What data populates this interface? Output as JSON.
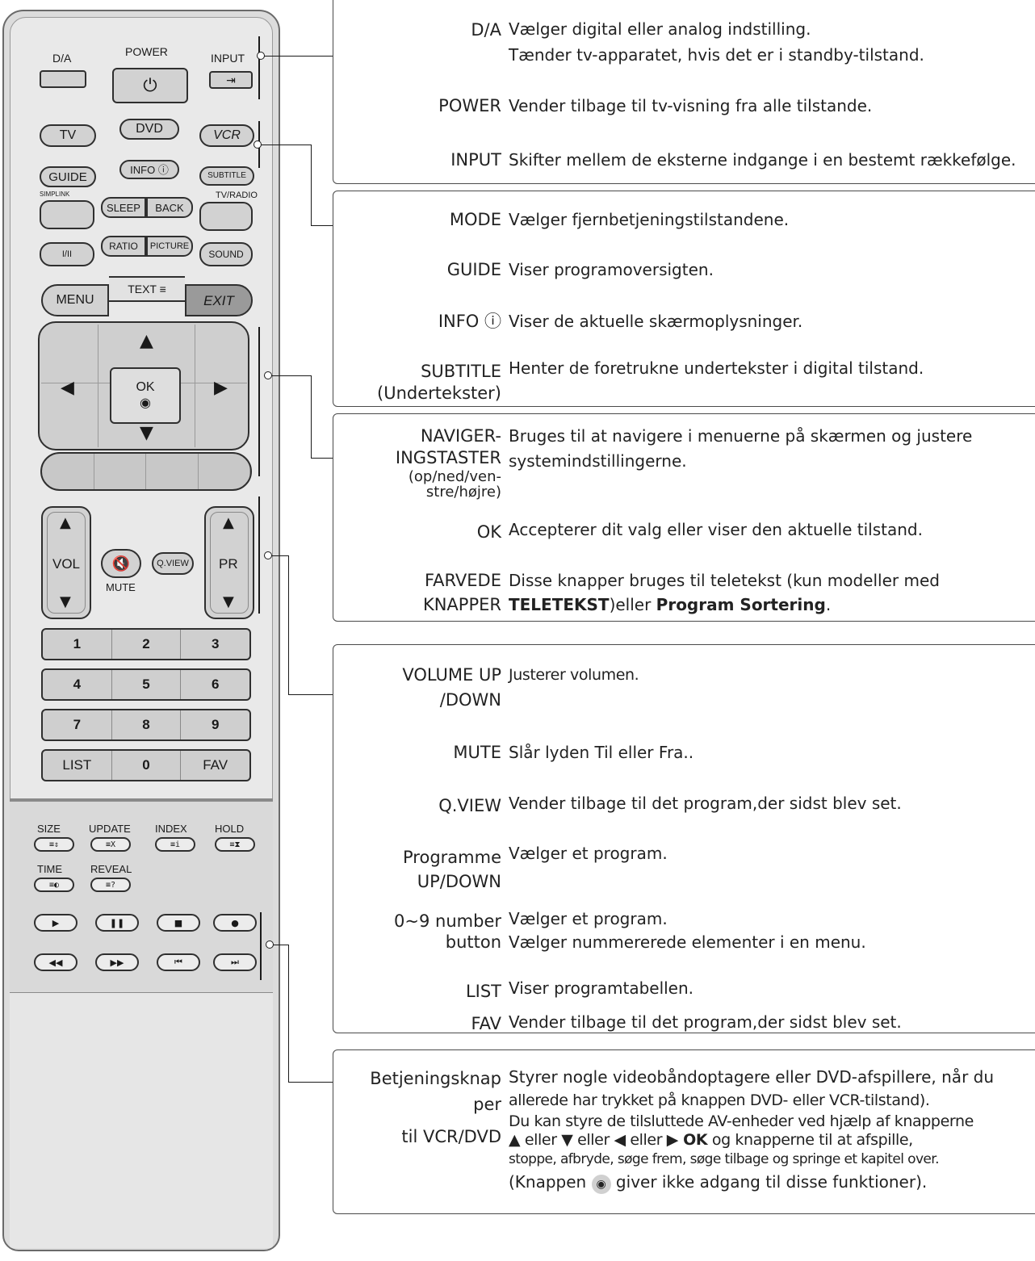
{
  "remote": {
    "top_row": {
      "da": "D/A",
      "power": "POWER",
      "input": "INPUT",
      "power_icon": "power-icon",
      "input_icon": "input-icon"
    },
    "mode_row": [
      "TV",
      "DVD",
      "VCR"
    ],
    "guide_row": {
      "guide": "GUIDE",
      "info": "INFO ⓘ",
      "subtitle": "SUBTITLE"
    },
    "simplink_row": {
      "simplink": "SIMPLINK",
      "sleep": "SLEEP",
      "back": "BACK",
      "tvradio": "TV/RADIO"
    },
    "ratio_row": {
      "i_ii": "I/II",
      "ratio": "RATIO",
      "picture": "PICTURE",
      "sound": "SOUND"
    },
    "menu_row": {
      "menu": "MENU",
      "text": "TEXT ≡",
      "exit": "EXIT"
    },
    "dpad": {
      "ok": "OK",
      "ok_icon": "◉",
      "up": "▲",
      "down": "▼",
      "left": "◀",
      "right": "▶"
    },
    "vol": {
      "up": "▲",
      "label": "VOL",
      "down": "▼"
    },
    "mute": {
      "label": "MUTE",
      "icon": "mute-icon"
    },
    "qview": "Q.VIEW",
    "pr": {
      "up": "▲",
      "label": "PR",
      "down": "▼"
    },
    "numbers": [
      [
        "1",
        "2",
        "3"
      ],
      [
        "4",
        "5",
        "6"
      ],
      [
        "7",
        "8",
        "9"
      ],
      [
        "LIST",
        "0",
        "FAV"
      ]
    ],
    "teletext": {
      "size": "SIZE",
      "update": "UPDATE",
      "index": "INDEX",
      "hold": "HOLD",
      "time": "TIME",
      "reveal": "REVEAL",
      "size_icon": "≡⇕",
      "update_icon": "≡X",
      "index_icon": "≡i",
      "hold_icon": "≡⧗",
      "time_icon": "≡◐",
      "reveal_icon": "≡?"
    },
    "playback": {
      "play": "▶",
      "pause": "❚❚",
      "stop": "■",
      "record": "●",
      "rewind": "◀◀",
      "ffwd": "▶▶",
      "prev": "⏮",
      "next": "⏭"
    }
  },
  "groups": [
    {
      "items": [
        {
          "term": "D/A",
          "desc": [
            "Vælger digital eller analog indstilling.",
            "Tænder tv-apparatet, hvis det er i standby-tilstand."
          ]
        },
        {
          "term": "POWER",
          "desc": [
            "Vender tilbage til tv-visning fra alle tilstande."
          ]
        },
        {
          "term": "INPUT",
          "desc": [
            "Skifter mellem de eksterne indgange i en bestemt rækkefølge."
          ]
        }
      ]
    },
    {
      "items": [
        {
          "term": "MODE",
          "desc": [
            "Vælger fjernbetjeningstilstandene."
          ]
        },
        {
          "term": "GUIDE",
          "desc": [
            "Viser programoversigten."
          ]
        },
        {
          "term": "INFO ⓘ",
          "desc": [
            "Viser de aktuelle skærmoplysninger."
          ]
        },
        {
          "term": "SUBTITLE",
          "term2": "(Undertekster)",
          "desc": [
            "Henter de foretrukne undertekster i digital tilstand."
          ]
        }
      ]
    },
    {
      "items": [
        {
          "term": "NAVIGER-",
          "term2": "INGSTASTER",
          "term3": "(op/ned/ven-",
          "term4": "stre/højre)",
          "desc": [
            "Bruges til at navigere i menuerne på skærmen og justere",
            "systemindstillingerne."
          ]
        },
        {
          "term": "OK",
          "desc": [
            "Accepterer dit valg eller viser den aktuelle tilstand."
          ]
        },
        {
          "term": "FARVEDE",
          "term2": "KNAPPER",
          "desc": [
            "Disse knapper bruges til teletekst (kun modeller med"
          ],
          "desc2_bold1": "TELETEKST",
          "desc2_mid": ")eller ",
          "desc2_bold2": "Program Sortering",
          "desc2_end": "."
        }
      ]
    },
    {
      "items": [
        {
          "term": "VOLUME UP",
          "term2": "/DOWN",
          "desc": [
            "Justerer volumen."
          ]
        },
        {
          "term": "MUTE",
          "desc": [
            "Slår lyden Til eller Fra.."
          ]
        },
        {
          "term": "Q.VIEW",
          "desc": [
            "Vender tilbage til det program,der sidst blev set."
          ]
        },
        {
          "term": "Programme",
          "term2": "UP/DOWN",
          "desc": [
            "Vælger et program."
          ]
        },
        {
          "term": "0~9 number",
          "term2": "button",
          "desc": [
            "Vælger et program.",
            "Vælger nummererede elementer i en menu."
          ]
        },
        {
          "term": "LIST",
          "desc": [
            "Viser programtabellen."
          ]
        },
        {
          "term": "FAV",
          "desc": [
            "Vender tilbage til det program,der sidst blev set."
          ]
        }
      ]
    },
    {
      "items": [
        {
          "term": "Betjeningsknap",
          "term2": "per",
          "term3": "til VCR/DVD",
          "desc": [
            "Styrer nogle videobåndoptagere eller DVD-afspillere, når du",
            "allerede har trykket på knappen DVD- eller VCR-tilstand).",
            "Du kan styre de tilsluttede AV-enheder ved hjælp af knapperne",
            "stoppe, afbryde, søge frem, søge tilbage og springe et kapitel over."
          ],
          "arrow_line": {
            "up": "▲",
            "w1": " eller ",
            "down": "▼",
            "w2": " eller ",
            "left": "◀",
            "w3": " eller ",
            "right": "▶",
            "ok": " OK",
            "rest": " og knapperne til at afspille,"
          },
          "last_line": {
            "pre": "(Knappen ",
            "icon": "◉",
            "post": " giver ikke adgang til disse funktioner)."
          }
        }
      ]
    }
  ]
}
